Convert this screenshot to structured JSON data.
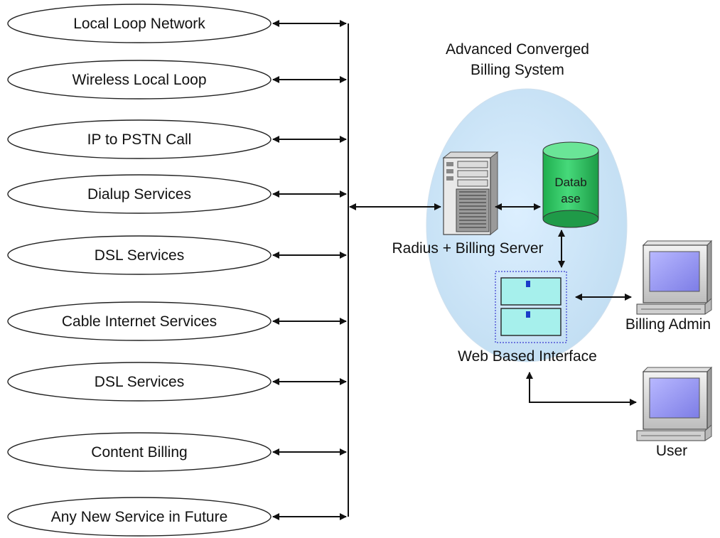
{
  "services": [
    "Local Loop Network",
    "Wireless Local Loop",
    "IP to PSTN Call",
    "Dialup Services",
    "DSL Services",
    "Cable Internet Services",
    "DSL Services",
    "Content Billing",
    "Any New Service in Future"
  ],
  "system": {
    "title_line1": "Advanced Converged",
    "title_line2": "Billing System",
    "server_label": "Radius + Billing Server",
    "database_line1": "Datab",
    "database_line2": "ase",
    "web_label": "Web Based Interface"
  },
  "clients": {
    "admin_label": "Billing Admin",
    "user_label": "User"
  },
  "colors": {
    "system_bubble": "#cfe6f6",
    "database": "#33cc66",
    "web_panel": "#a6f0ec",
    "monitor_screen": "#9a9af0"
  }
}
